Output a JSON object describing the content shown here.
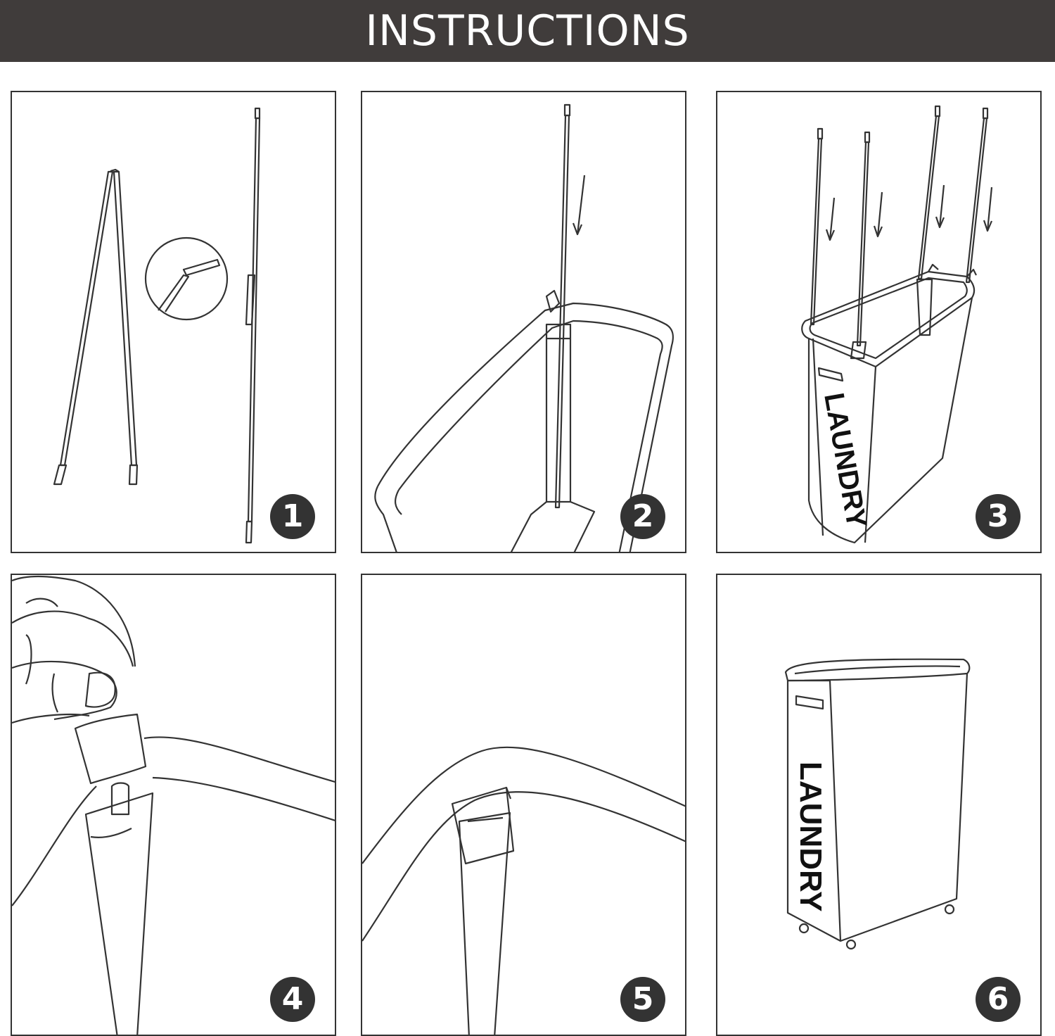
{
  "header": {
    "title": "INSTRUCTIONS"
  },
  "steps": [
    {
      "number": "1"
    },
    {
      "number": "2"
    },
    {
      "number": "3",
      "label": "LAUNDRY"
    },
    {
      "number": "4"
    },
    {
      "number": "5"
    },
    {
      "number": "6",
      "label": "LAUNDRY"
    }
  ],
  "colors": {
    "header_bg": "#403c3b",
    "header_text": "#ffffff",
    "line": "#333333",
    "badge": "#333333"
  }
}
